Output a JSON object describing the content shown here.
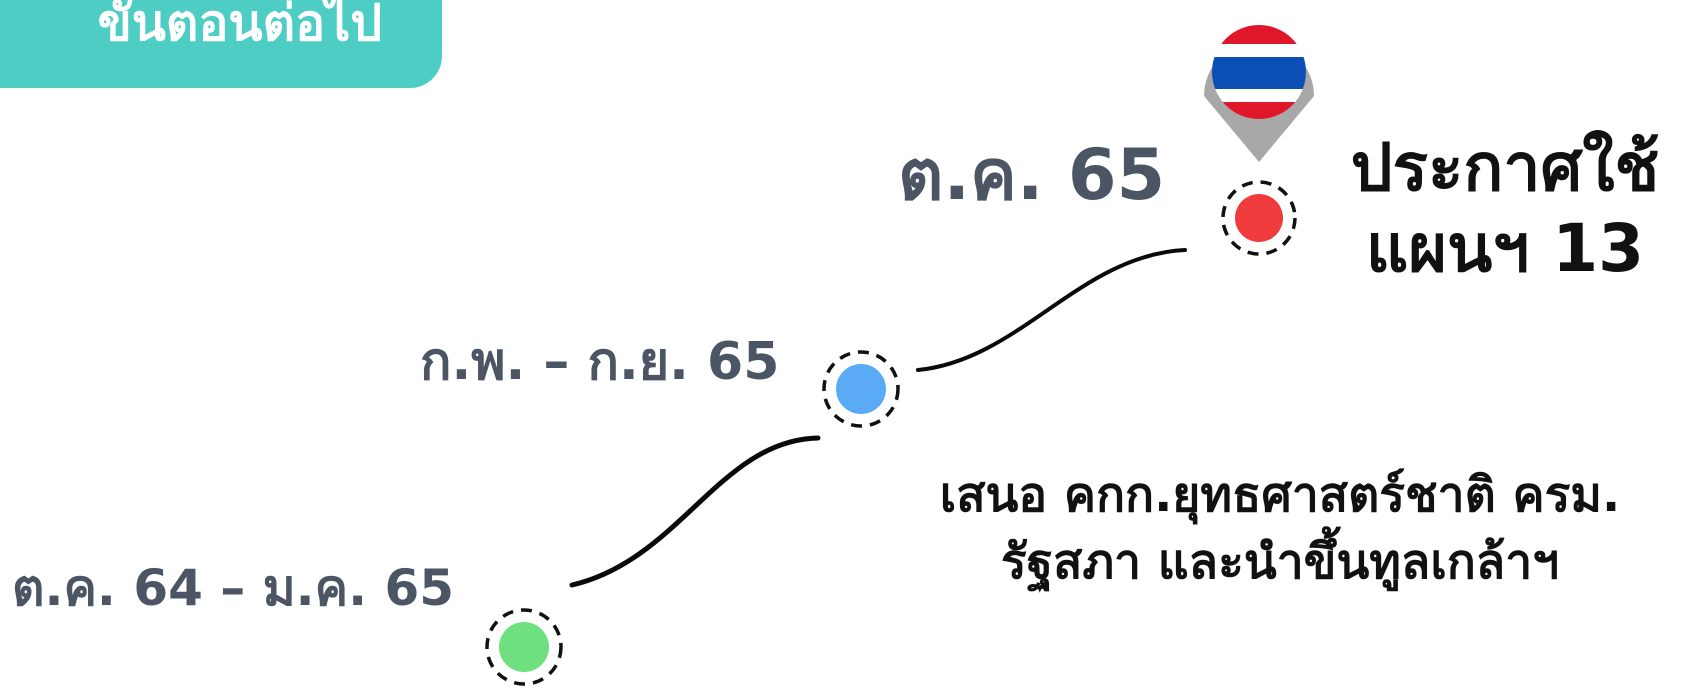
{
  "header": {
    "title": "ขั้นตอนต่อไป",
    "bg_color": "#4ecdc4"
  },
  "timeline": {
    "steps": [
      {
        "date": "ต.ค. 64 – ม.ค. 65",
        "dot_color": "#6ee07f"
      },
      {
        "date": "ก.พ. – ก.ย. 65",
        "dot_color": "#5aaaf5"
      },
      {
        "date": "ต.ค. 65",
        "dot_color": "#ef3b3b"
      }
    ],
    "step2_description": [
      "เสนอ คกก.ยุทธศาสตร์ชาติ ครม.",
      "รัฐสภา และนำขึ้นทูลเกล้าฯ"
    ],
    "step3_description": [
      "ประกาศใช้",
      "แผนฯ 13"
    ],
    "date_color": "#4b5563",
    "text_color": "#111111"
  },
  "pin": {
    "icon": "thailand-flag-map-pin-icon",
    "flag_colors": [
      "#e0162b",
      "#ffffff",
      "#0b4fb5",
      "#ffffff",
      "#e0162b"
    ],
    "pin_color": "#a8a8a8"
  }
}
